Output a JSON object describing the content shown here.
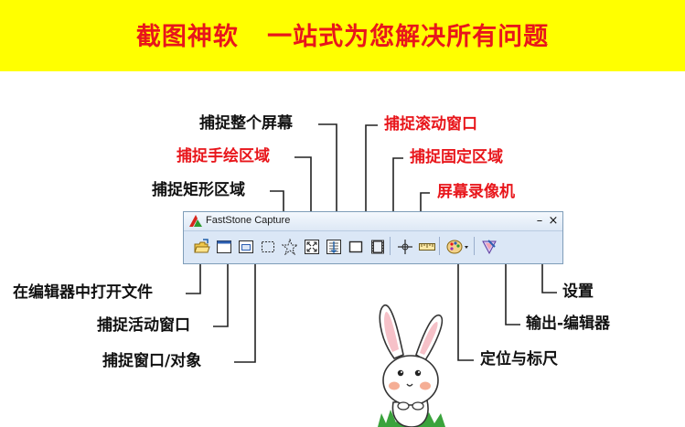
{
  "banner": {
    "title": "截图神软   一站式为您解决所有问题",
    "bg_color": "#ffff00",
    "text_color": "#e8161b"
  },
  "window": {
    "title": "FastStone Capture",
    "minimize": "–",
    "close": "×"
  },
  "labels": {
    "capture_full_screen": "捕捉整个屏幕",
    "capture_freehand": "捕捉手绘区域",
    "capture_rectangle": "捕捉矩形区域",
    "capture_scrolling": "捕捉滚动窗口",
    "capture_fixed": "捕捉固定区域",
    "screen_recorder": "屏幕录像机",
    "open_in_editor": "在编辑器中打开文件",
    "capture_active_window": "捕捉活动窗口",
    "capture_window_object": "捕捉窗口/对象",
    "settings": "设置",
    "output_editor": "输出-编辑器",
    "crosshair_ruler": "定位与标尺"
  },
  "toolbar_icons": [
    "open-folder-icon",
    "active-window-icon",
    "window-object-icon",
    "rectangle-region-icon",
    "freehand-region-icon",
    "full-screen-icon",
    "scrolling-window-icon",
    "fixed-region-icon",
    "screen-recorder-icon",
    "crosshair-icon",
    "ruler-icon",
    "output-palette-icon",
    "settings-icon"
  ]
}
